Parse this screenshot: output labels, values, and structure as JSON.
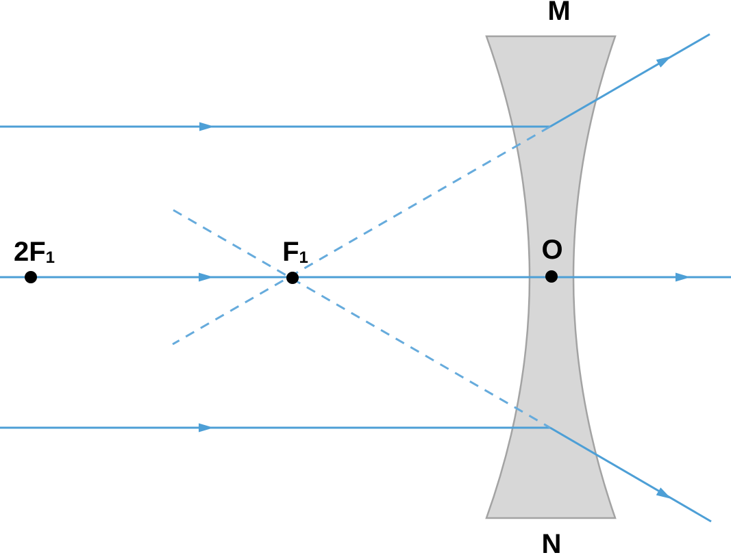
{
  "diagram": {
    "type": "concave-lens-ray-diagram",
    "labels": {
      "lens_top": "M",
      "lens_bottom": "N",
      "optical_center": "O",
      "focal_point": {
        "main": "F",
        "sub": "1"
      },
      "double_focal_point": {
        "main": "2F",
        "sub": "1"
      }
    },
    "colors": {
      "ray": "#4D9FD6",
      "dashed_ray": "#66ABDC",
      "lens_fill": "#D7D7D7",
      "lens_stroke": "#A3A3A3",
      "point": "#000000",
      "label_text": "#000000",
      "background": "#FFFFFF"
    }
  }
}
